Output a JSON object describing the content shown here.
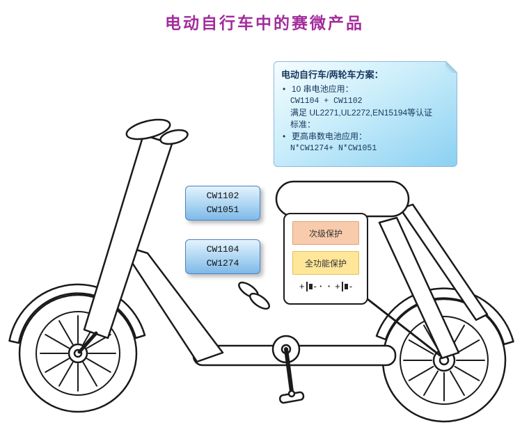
{
  "title": "电动自行车中的赛微产品",
  "colors": {
    "title": "#A22C9B",
    "callout_bg_top": "#F4FDFF",
    "callout_bg_bottom": "#8BD0F2",
    "callout_text": "#17365D",
    "chip_border": "#4F81BD",
    "secondary_box": "#F8CBAD",
    "full_box": "#FFE699",
    "line_art": "#1a1a1a"
  },
  "callout": {
    "heading": "电动自行车/两轮车方案：",
    "bullet_char": "•",
    "bullet1": "10 串电池应用：",
    "sub1": "CW1104 + CW1102",
    "line1": "满足 UL2271,UL2272,EN15194等认证",
    "line2": "标准：",
    "bullet2": "更高串数电池应用：",
    "sub2": "N*CW1274+ N*CW1051"
  },
  "chips": {
    "box1": {
      "line1": "CW1102",
      "line2": "CW1051"
    },
    "box2": {
      "line1": "CW1104",
      "line2": "CW1274"
    }
  },
  "battery": {
    "secondary_label": "次级保护",
    "full_label": "全功能保护",
    "plus": "+",
    "minus": "-",
    "dots": "· ·"
  }
}
